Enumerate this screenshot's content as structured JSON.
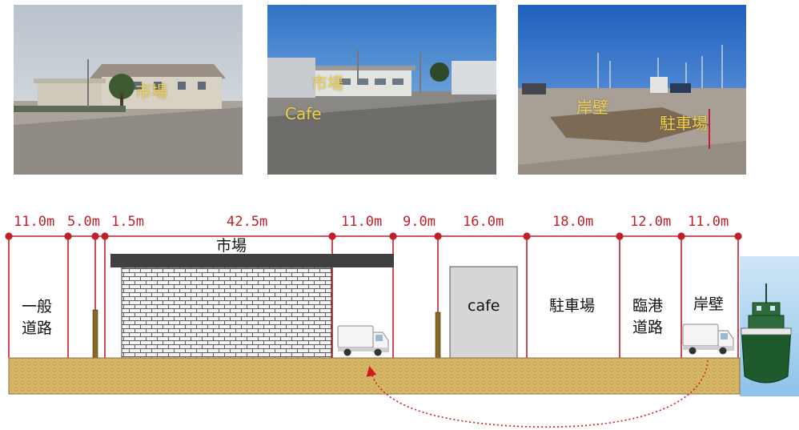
{
  "photos": [
    {
      "labels": [
        "市場"
      ]
    },
    {
      "labels": [
        "市場",
        "Cafe"
      ]
    },
    {
      "labels": [
        "岸壁",
        "駐車場"
      ]
    }
  ],
  "dimensions": [
    "11.0m",
    "5.0m",
    "1.5m",
    "42.5m",
    "11.0m",
    "9.0m",
    "16.0m",
    "18.0m",
    "12.0m",
    "11.0m"
  ],
  "zones": {
    "road_line1": "一般",
    "road_line2": "道路",
    "market": "市場",
    "cafe": "cafe",
    "parking": "駐車場",
    "port_road_line1": "臨港",
    "port_road_line2": "道路",
    "quay": "岸壁"
  },
  "colors": {
    "dimension_red": "#c0202a",
    "ground": "#d8b96a",
    "market_roof": "#404040",
    "cafe": "#d6d6d6",
    "label_yellow": "#f2d24a",
    "arrow_red": "#d11a1a"
  }
}
